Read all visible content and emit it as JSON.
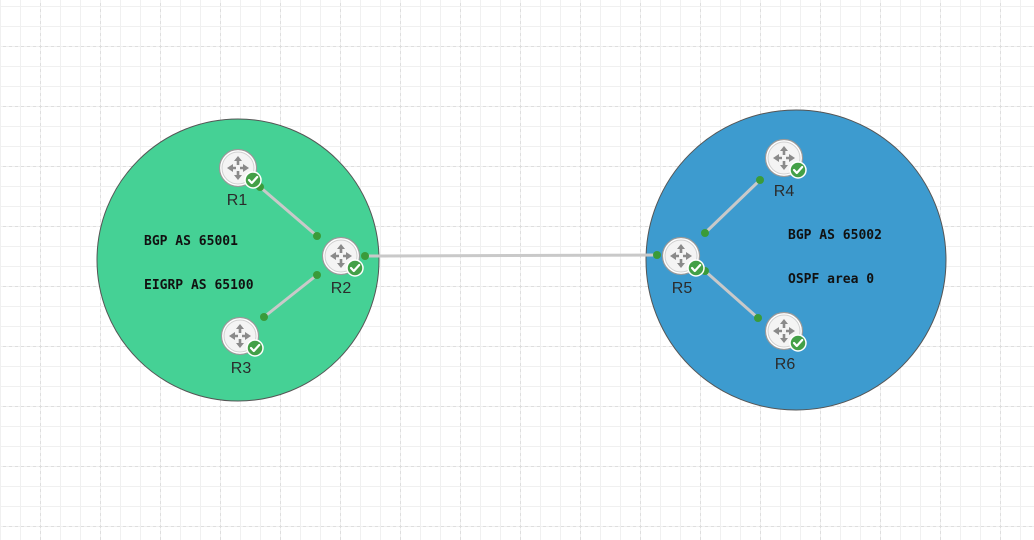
{
  "colors": {
    "as_65001_fill": "#45d195",
    "as_65002_fill": "#3d9bcf",
    "link": "#c9c9c9",
    "port": "#3a9b3a",
    "status_ok": "#43a047",
    "router_icon": "#8a8a8a"
  },
  "areas": [
    {
      "id": "as-65001",
      "lines": [
        "BGP AS 65001",
        "EIGRP AS 65100"
      ]
    },
    {
      "id": "as-65002",
      "lines": [
        "BGP AS 65002",
        "OSPF area 0"
      ]
    }
  ],
  "routers": [
    {
      "id": "r1",
      "label": "R1",
      "status": "ok"
    },
    {
      "id": "r2",
      "label": "R2",
      "status": "ok"
    },
    {
      "id": "r3",
      "label": "R3",
      "status": "ok"
    },
    {
      "id": "r4",
      "label": "R4",
      "status": "ok"
    },
    {
      "id": "r5",
      "label": "R5",
      "status": "ok"
    },
    {
      "id": "r6",
      "label": "R6",
      "status": "ok"
    }
  ],
  "links": [
    {
      "from": "R1",
      "to": "R2"
    },
    {
      "from": "R3",
      "to": "R2"
    },
    {
      "from": "R2",
      "to": "R5"
    },
    {
      "from": "R4",
      "to": "R5"
    },
    {
      "from": "R6",
      "to": "R5"
    }
  ],
  "icons": {
    "router": "router-icon",
    "status": "check-circle-icon"
  }
}
